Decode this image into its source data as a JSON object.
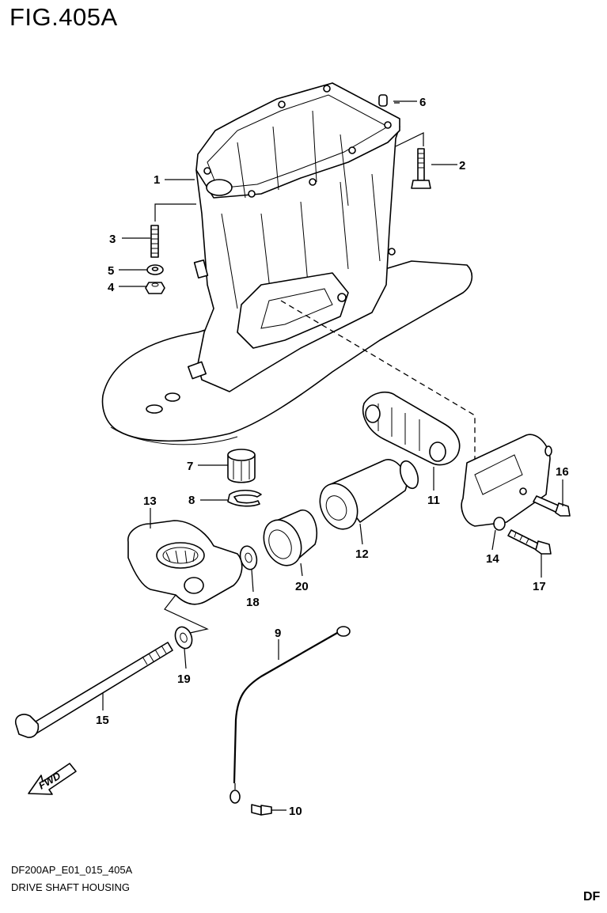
{
  "figure": {
    "title": "FIG.405A"
  },
  "footer": {
    "code": "DF200AP_E01_015_405A",
    "name": "DRIVE SHAFT HOUSING",
    "corner": "DF"
  },
  "fwd_label": "FWD",
  "callouts": {
    "p1": "1",
    "p2": "2",
    "p3": "3",
    "p4": "4",
    "p5": "5",
    "p6": "6",
    "p7": "7",
    "p8": "8",
    "p9": "9",
    "p10": "10",
    "p11": "11",
    "p12": "12",
    "p13": "13",
    "p14": "14",
    "p15": "15",
    "p16": "16",
    "p17": "17",
    "p18": "18",
    "p19": "19",
    "p20": "20"
  }
}
